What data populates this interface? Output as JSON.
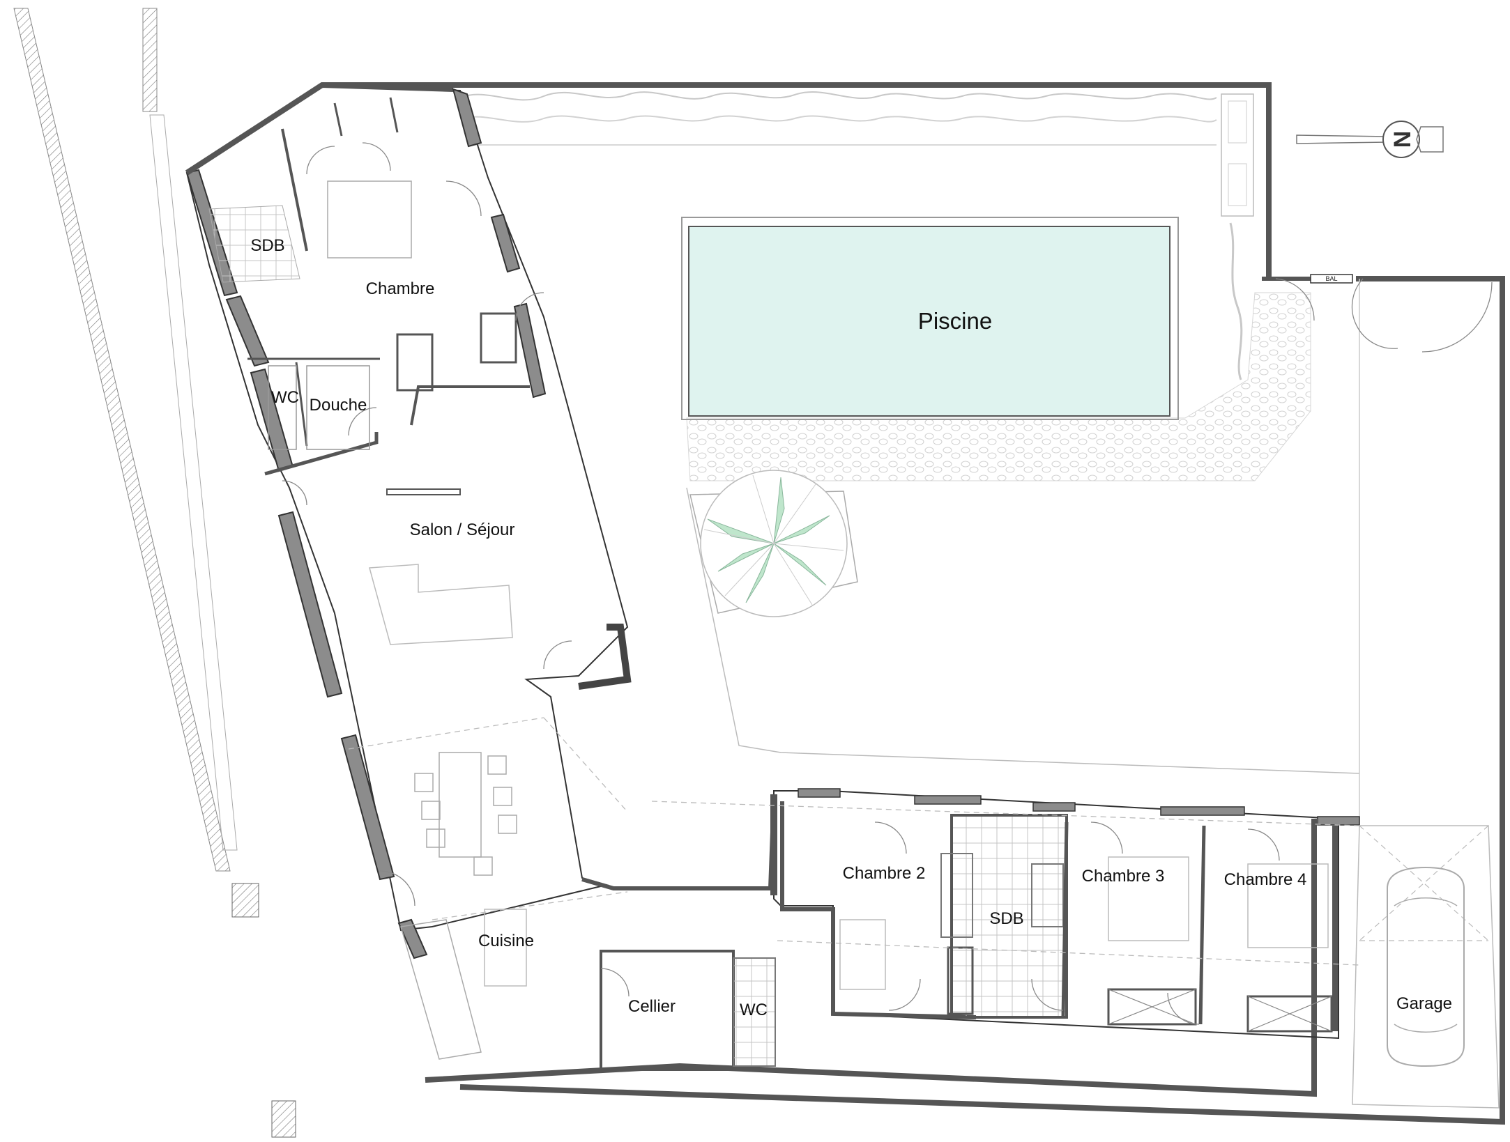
{
  "plan": {
    "rooms": {
      "sdb_north": "SDB",
      "chambre": "Chambre",
      "wc_north": "WC",
      "douche": "Douche",
      "salon": "Salon / Séjour",
      "cuisine": "Cuisine",
      "cellier": "Cellier",
      "wc_south": "WC",
      "chambre2": "Chambre 2",
      "sdb_south": "SDB",
      "chambre3": "Chambre 3",
      "chambre4": "Chambre 4",
      "garage": "Garage",
      "piscine": "Piscine"
    },
    "mailbox_label": "BAL",
    "compass_letter": "N",
    "colors": {
      "wall": "#8c8c8c",
      "wall_stroke": "#333333",
      "pool_fill": "#dff3ef",
      "tree_leaf": "#bfe6cc",
      "line": "#999999"
    },
    "icons": [
      "north-compass-icon",
      "tree-icon",
      "car-icon"
    ]
  }
}
